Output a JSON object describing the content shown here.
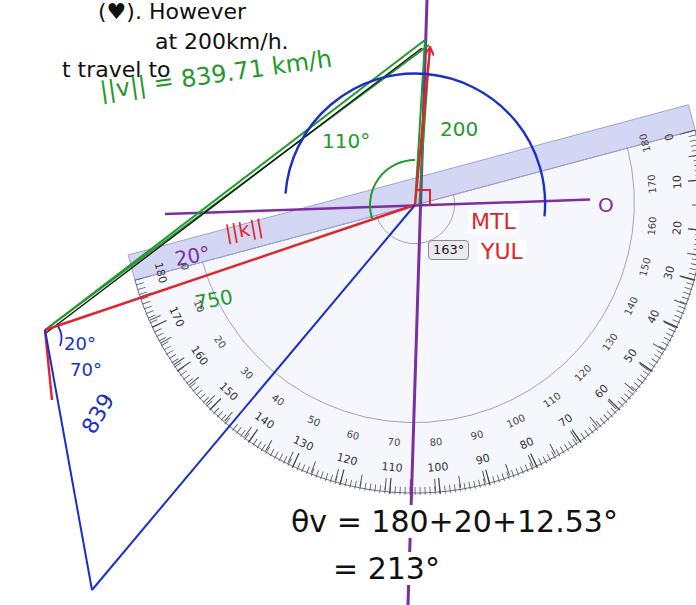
{
  "diagram": {
    "labels": [
      "(♥). However",
      "at 200km/h.",
      "t travel to",
      "||v|| = 839.71 km/h",
      "200",
      "110°",
      "20°",
      "||k||",
      "750",
      "MTL",
      "YUL",
      "O",
      "20°",
      "70°",
      "839",
      "θv = 180+20+12.53°",
      "= 213°",
      "163°",
      "0",
      "10",
      "20",
      "30",
      "40",
      "50",
      "60",
      "70",
      "80",
      "90",
      "100",
      "110",
      "120",
      "130",
      "140",
      "150",
      "160",
      "170",
      "180",
      "180",
      "170",
      "160",
      "150",
      "140",
      "130",
      "120",
      "110",
      "100",
      "90",
      "80",
      "70",
      "60",
      "50",
      "40",
      "30",
      "20",
      "10",
      "0"
    ]
  }
}
